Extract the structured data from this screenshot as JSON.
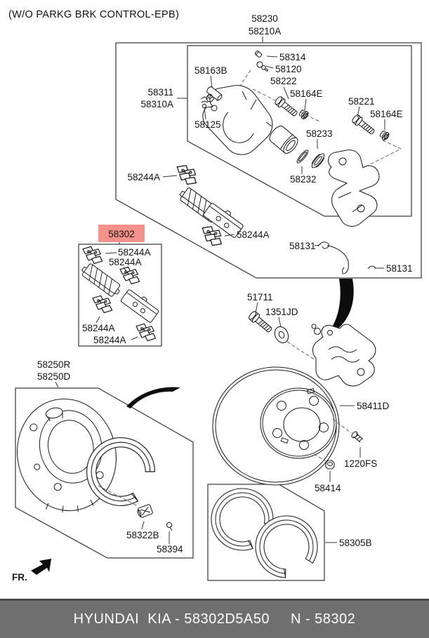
{
  "note": "(W/O PARKG BRK CONTROL-EPB)",
  "direction_indicator": "FR.",
  "highlight": {
    "part_number": "58302",
    "bg_color": "#f2928b",
    "text_color": "#b2332e"
  },
  "footer": {
    "catalog_line": "HYUNDAI  KIA - 58302D5A50",
    "group_ref": "N - 58302",
    "bg_color": "#6f6f6f",
    "text_color": "#fdfdfd"
  },
  "parts": {
    "caliper_assembly": [
      "58230",
      "58210A"
    ],
    "caliper_housing": [
      "58311",
      "58310A"
    ],
    "bleeder_screw_cap": "58314",
    "bleeder_screw": "58120",
    "guide_rod_bolt": "58163B",
    "guide_rod_upper": "58222",
    "rod_bushing": "58164E",
    "guide_rod_lower": "58221",
    "boot_ring": "58125",
    "piston_boot": "58233",
    "piston_seal": "58232",
    "pad_spring_clip": "58244A",
    "pad_kit": "58302",
    "brake_wire_clip": "58131",
    "mounting_bolt": "51711",
    "washer": "1351JD",
    "backing_plate_assembly": [
      "58250R",
      "58250D"
    ],
    "brake_disc": "58411D",
    "disc_screw": "1220FS",
    "cap_nut": "58414",
    "shoe_adjuster": "58322B",
    "shoe_hold_screw": "58394",
    "shoe_kit": "58305B"
  }
}
